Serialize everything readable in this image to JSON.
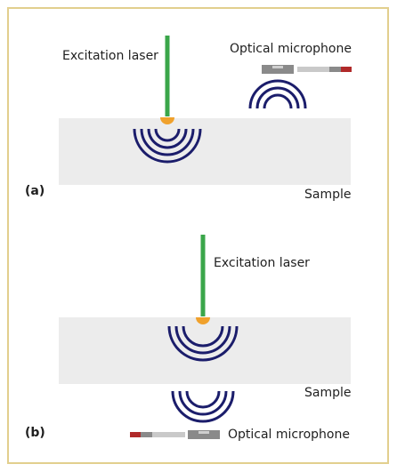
{
  "colors": {
    "frame": "#e2cf8e",
    "sample": "#ececec",
    "laser": "#3aa64a",
    "wave": "#1b1d6b",
    "spot": "#f0a12c",
    "mic_accent": "#b02a2a"
  },
  "panels": {
    "a": {
      "tag": "(a)",
      "laser_label": "Excitation laser",
      "mic_label": "Optical microphone",
      "sample_label": "Sample"
    },
    "b": {
      "tag": "(b)",
      "laser_label": "Excitation laser",
      "mic_label": "Optical microphone",
      "sample_label": "Sample"
    }
  },
  "icons": [
    "laser-beam",
    "heat-spot",
    "acoustic-wave",
    "optical-microphone"
  ]
}
